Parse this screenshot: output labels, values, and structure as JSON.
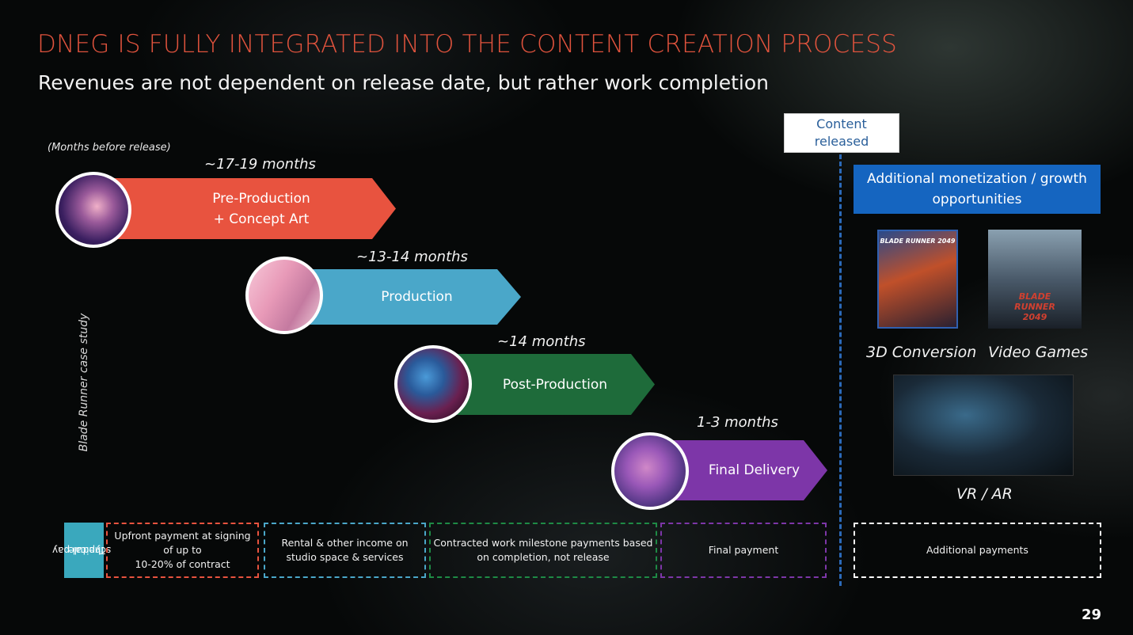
{
  "title": "DNEG IS FULLY INTEGRATED INTO THE CONTENT CREATION PROCESS",
  "subtitle": "Revenues are not dependent on release date, but rather work completion",
  "months_note": "(Months before release)",
  "vertical_label": "Blade Runner case study",
  "content_released": {
    "line1": "Content",
    "line2": "released"
  },
  "stages": [
    {
      "duration": "~17-19 months",
      "line1": "Pre-Production",
      "line2": "+ Concept Art",
      "color": "#e8533f"
    },
    {
      "duration": "~13-14 months",
      "line1": "Production",
      "line2": "",
      "color": "#4aa7c9"
    },
    {
      "duration": "~14 months",
      "line1": "Post-Production",
      "line2": "",
      "color": "#1e6b3a"
    },
    {
      "duration": "1-3 months",
      "line1": "Final Delivery",
      "line2": "",
      "color": "#7d36a8"
    }
  ],
  "growth": {
    "line1": "Additional monetization / growth",
    "line2": "opportunities",
    "color": "#1565c0",
    "items": [
      {
        "label": "3D Conversion",
        "art_text": "BLADE RUNNER 2049"
      },
      {
        "label": "Video Games",
        "art_text": "BLADE RUNNER 2049"
      },
      {
        "label": "VR / AR"
      }
    ]
  },
  "pay_schedule": {
    "side_line1": "Typical pay",
    "side_line2": "schedule",
    "side_color": "#3aa8bd",
    "boxes": [
      {
        "line1": "Upfront payment at signing",
        "line2": "of up to",
        "line3": "10-20% of contract",
        "color": "#e8533f"
      },
      {
        "line1": "Rental & other income on",
        "line2": "studio space & services",
        "line3": "",
        "color": "#4aa7c9"
      },
      {
        "line1": "Contracted work milestone payments based",
        "line2": "on completion, not release",
        "line3": "",
        "color": "#1e8a45"
      },
      {
        "line1": "Final payment",
        "line2": "",
        "line3": "",
        "color": "#7d36a8"
      },
      {
        "line1": "Additional payments",
        "line2": "",
        "line3": "",
        "color": "#ffffff"
      }
    ]
  },
  "page_number": "29"
}
